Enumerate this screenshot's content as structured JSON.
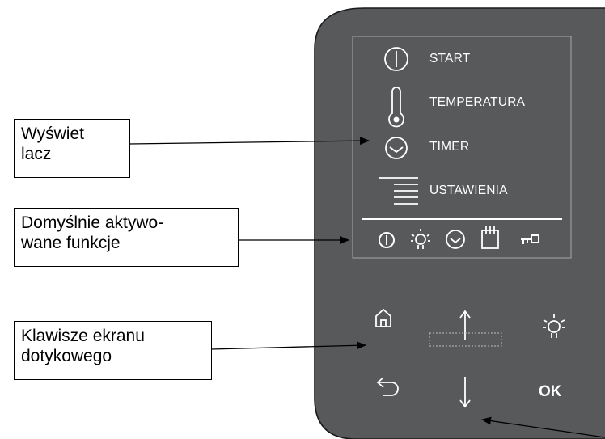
{
  "callouts": {
    "display": [
      "Wyświet",
      "lacz"
    ],
    "default_functions": [
      "Domyślnie aktywo-",
      "wane funkcje"
    ],
    "touch_keys": [
      "Klawisze ekranu",
      "dotykowego"
    ]
  },
  "menu": {
    "start": "START",
    "temperature": "TEMPERATURA",
    "timer": "TIMER",
    "settings": "USTAWIENIA"
  },
  "keys": {
    "ok": "OK"
  },
  "colors": {
    "panel": "#58595b",
    "panel_border": "#1a1a1a",
    "display_border": "#9a9a9a",
    "foreground": "#ffffff"
  },
  "icons": [
    "power-icon",
    "thermometer-icon",
    "clock-icon",
    "settings-lines-icon",
    "light-icon",
    "calendar-icon",
    "key-icon",
    "home-icon",
    "arrow-up-icon",
    "arrow-down-icon",
    "back-icon"
  ]
}
